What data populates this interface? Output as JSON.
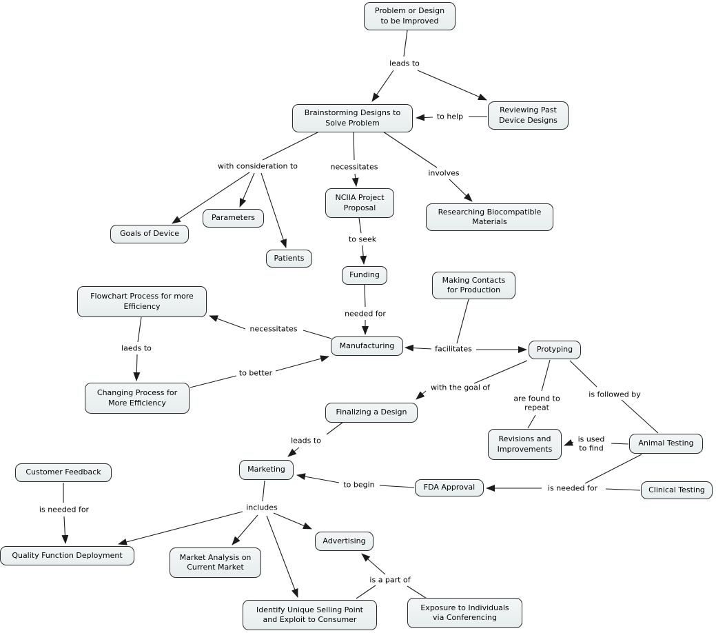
{
  "colors": {
    "background": "#ffffff",
    "node_fill_top": "#f3f6f7",
    "node_fill_bottom": "#e7edee",
    "node_border": "#2a2a2a",
    "connector_line": "#1b1b1b",
    "text": "#000000"
  },
  "nodes": {
    "problem": "Problem or Design\nto be Improved",
    "brainstorming": "Brainstorming Designs to\nSolve Problem",
    "reviewing": "Reviewing Past\nDevice Designs",
    "goals": "Goals of Device",
    "parameters": "Parameters",
    "patients": "Patients",
    "nciia": "NCIIA Project\nProposal",
    "researching": "Researching Biocompatible\nMaterials",
    "funding": "Funding",
    "making_contacts": "Making Contacts\nfor Production",
    "flowchart": "Flowchart Process for more\nEfficiency",
    "manufacturing": "Manufacturing",
    "protyping": "Protyping",
    "changing": "Changing Process for\nMore Efficiency",
    "finalizing": "Finalizing a Design",
    "revisions": "Revisions and\nImprovements",
    "animal": "Animal Testing",
    "customer": "Customer Feedback",
    "marketing": "Marketing",
    "fda": "FDA Approval",
    "clinical": "Clinical Testing",
    "qfd": "Quality Function Deployment",
    "market_analysis": "Market Analysis on\nCurrent Market",
    "advertising": "Advertising",
    "identify": "Identify Unique Selling Point\nand Exploit to Consumer",
    "exposure": "Exposure to Individuals\nvia Conferencing"
  },
  "links": {
    "leads_to_1": "leads to",
    "to_help": "to help",
    "with_consideration": "with consideration to",
    "necessitates_1": "necessitates",
    "involves": "involves",
    "to_seek": "to seek",
    "needed_for": "needed for",
    "necessitates_2": "necessitates",
    "laeds_to": "laeds to",
    "to_better": "to better",
    "facilitates": "facilitates",
    "goal_of": "with the goal of",
    "found_repeat": "are found to\nrepeat",
    "followed_by": "is followed by",
    "used_find": "is used\nto find",
    "leads_to_2": "leads to",
    "to_begin": "to begin",
    "needed_for_right": "is needed for",
    "needed_for_left": "is needed for",
    "includes": "includes",
    "part_of": "is a part of"
  },
  "connections": [
    "Problem or Design to be Improved -> leads to -> Brainstorming Designs to Solve Problem",
    "Problem or Design to be Improved -> leads to -> Reviewing Past Device Designs",
    "Reviewing Past Device Designs -> to help -> Brainstorming Designs to Solve Problem",
    "Brainstorming Designs to Solve Problem -> with consideration to -> Goals of Device",
    "Brainstorming Designs to Solve Problem -> with consideration to -> Parameters",
    "Brainstorming Designs to Solve Problem -> with consideration to -> Patients",
    "Brainstorming Designs to Solve Problem -> necessitates -> NCIIA Project Proposal",
    "Brainstorming Designs to Solve Problem -> involves -> Researching Biocompatible Materials",
    "NCIIA Project Proposal -> to seek -> Funding",
    "Funding -> needed for -> Manufacturing",
    "Manufacturing -> necessitates -> Flowchart Process for more Efficiency",
    "Flowchart Process for more Efficiency -> laeds to -> Changing Process for More Efficiency",
    "Changing Process for More Efficiency -> to better -> Manufacturing",
    "Making Contacts for Production -> facilitates -> Manufacturing",
    "Making Contacts for Production -> facilitates -> Protyping",
    "Protyping -> with the goal of -> Finalizing a Design",
    "Protyping -> are found to repeat -> Revisions and Improvements",
    "Protyping -> is followed by -> Animal Testing",
    "Animal Testing -> is used to find -> Revisions and Improvements",
    "Finalizing a Design -> leads to -> Marketing",
    "FDA Approval -> to begin -> Marketing",
    "Animal Testing -> is needed for -> FDA Approval",
    "Clinical Testing -> is needed for -> FDA Approval",
    "Customer Feedback -> is needed for -> Quality Function Deployment",
    "Marketing -> includes -> Quality Function Deployment",
    "Marketing -> includes -> Market Analysis on Current Market",
    "Marketing -> includes -> Advertising",
    "Marketing -> includes -> Identify Unique Selling Point and Exploit to Consumer",
    "Identify Unique Selling Point and Exploit to Consumer -> is a part of -> Advertising",
    "Exposure to Individuals via Conferencing -> is a part of -> Advertising"
  ]
}
